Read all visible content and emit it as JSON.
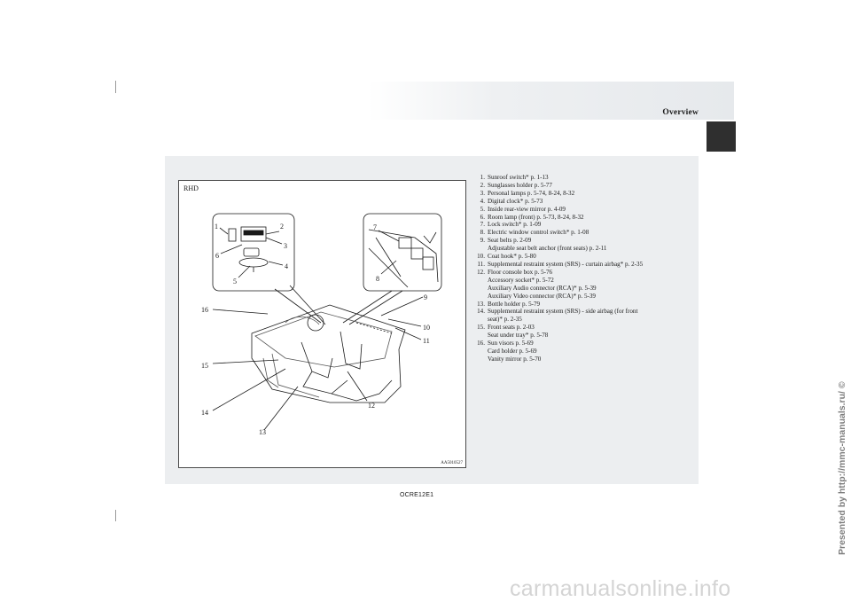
{
  "header": {
    "section_title": "Overview"
  },
  "figure": {
    "variant_label": "RHD",
    "figure_code": "AA5010527",
    "callouts": [
      "1",
      "2",
      "3",
      "4",
      "5",
      "6",
      "7",
      "8",
      "9",
      "10",
      "11",
      "12",
      "13",
      "14",
      "15",
      "16"
    ]
  },
  "legend": {
    "items": [
      {
        "num": "1.",
        "lines": [
          "Sunroof switch* p. 1-13"
        ]
      },
      {
        "num": "2.",
        "lines": [
          "Sunglasses holder p. 5-77"
        ]
      },
      {
        "num": "3.",
        "lines": [
          "Personal lamps p. 5-74, 8-24, 8-32"
        ]
      },
      {
        "num": "4.",
        "lines": [
          "Digital clock* p. 5-73"
        ]
      },
      {
        "num": "5.",
        "lines": [
          "Inside rear-view mirror p. 4-09"
        ]
      },
      {
        "num": "6.",
        "lines": [
          "Room lamp (front) p. 5-73, 8-24, 8-32"
        ]
      },
      {
        "num": "7.",
        "lines": [
          "Lock switch* p. 1-09"
        ]
      },
      {
        "num": "8.",
        "lines": [
          "Electric window control switch* p. 1-08"
        ]
      },
      {
        "num": "9.",
        "lines": [
          "Seat belts p. 2-09",
          "Adjustable seat belt anchor (front seats) p. 2-11"
        ]
      },
      {
        "num": "10.",
        "lines": [
          "Coat hook* p. 5-80"
        ]
      },
      {
        "num": "11.",
        "lines": [
          "Supplemental restraint system (SRS) - curtain airbag* p. 2-35"
        ]
      },
      {
        "num": "12.",
        "lines": [
          "Floor console box p. 5-76",
          "Accessory socket* p. 5-72",
          "Auxiliary Audio connector (RCA)* p. 5-39",
          "Auxiliary Video connector (RCA)* p. 5-39"
        ]
      },
      {
        "num": "13.",
        "lines": [
          "Bottle holder p. 5-79"
        ]
      },
      {
        "num": "14.",
        "lines": [
          "Supplemental restraint system (SRS) - side airbag (for front",
          "seat)* p. 2-35"
        ]
      },
      {
        "num": "15.",
        "lines": [
          "Front seats p. 2-03",
          "Seat under tray* p. 5-78"
        ]
      },
      {
        "num": "16.",
        "lines": [
          "Sun visors p. 5-69",
          "Card holder p. 5-69",
          "Vanity mirror p. 5-70"
        ]
      }
    ]
  },
  "footer": {
    "doc_code": "OCRE12E1"
  },
  "side_watermark": "Presented by http://mmc-manuals.ru/ ©",
  "site_watermark": "carmanualsonline.info"
}
